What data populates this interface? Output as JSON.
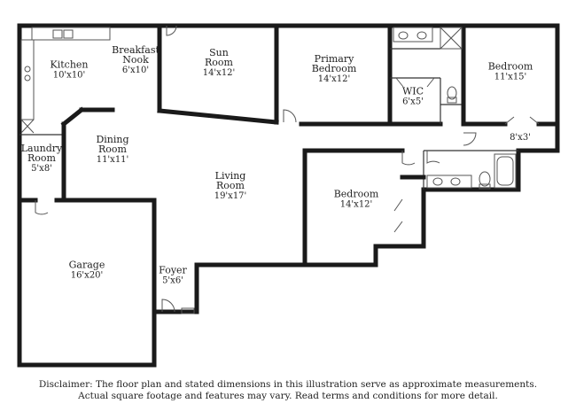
{
  "rooms": [
    {
      "id": "kitchen",
      "name": "Kitchen",
      "dims": "10'x10'"
    },
    {
      "id": "breakfast",
      "name": "Breakfast\nNook",
      "dims": "6'x10'"
    },
    {
      "id": "sun",
      "name": "Sun\nRoom",
      "dims": "14'x12'"
    },
    {
      "id": "primary",
      "name": "Primary\nBedroom",
      "dims": "14'x12'"
    },
    {
      "id": "wic",
      "name": "WIC",
      "dims": "6'x5'"
    },
    {
      "id": "bedroom1",
      "name": "Bedroom",
      "dims": "11'x15'"
    },
    {
      "id": "closet",
      "name": "",
      "dims": "8'x3'"
    },
    {
      "id": "laundry",
      "name": "Laundry\nRoom",
      "dims": "5'x8'"
    },
    {
      "id": "dining",
      "name": "Dining\nRoom",
      "dims": "11'x11'"
    },
    {
      "id": "living",
      "name": "Living\nRoom",
      "dims": "19'x17'"
    },
    {
      "id": "bedroom2",
      "name": "Bedroom",
      "dims": "14'x12'"
    },
    {
      "id": "garage",
      "name": "Garage",
      "dims": "16'x20'"
    },
    {
      "id": "foyer",
      "name": "Foyer",
      "dims": "5'x6'"
    }
  ],
  "disclaimer": {
    "line1": "Disclaimer: The floor plan and stated dimensions in this illustration serve as approximate measurements.",
    "line2": "Actual square footage and features may vary. Read terms and conditions for more detail."
  }
}
